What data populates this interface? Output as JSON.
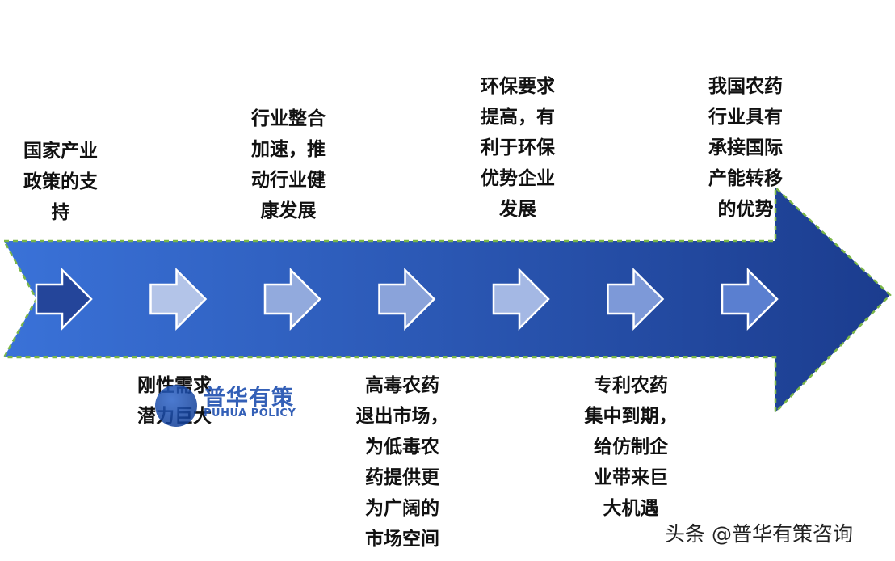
{
  "top_labels": [
    {
      "text": "国家产业\n政策的支\n持"
    },
    {
      "text": "行业整合\n加速，推\n动行业健\n康发展"
    },
    {
      "text": "环保要求\n提高，有\n利于环保\n优势企业\n发展"
    },
    {
      "text": "我国农药\n行业具有\n承接国际\n产能转移\n的优势"
    }
  ],
  "bottom_labels": [
    {
      "text": "刚性需求\n潜力巨大"
    },
    {
      "text": "高毒农药\n退出市场，\n为低毒农\n药提供更\n为广阔的\n市场空间"
    },
    {
      "text": "专利农药\n集中到期，\n给仿制企\n业带来巨\n大机遇"
    }
  ],
  "chevrons": [
    {
      "color": "#24459a"
    },
    {
      "color": "#b3c4e8"
    },
    {
      "color": "#92aadd"
    },
    {
      "color": "#8aa3da"
    },
    {
      "color": "#a4b8e4"
    },
    {
      "color": "#7d99d8"
    },
    {
      "color": "#5a7fd0"
    }
  ],
  "colors": {
    "arrow_light": "#3a72d8",
    "arrow_dark": "#1b3c8e",
    "dash": "#7ab648"
  },
  "logo": {
    "cn": "普华有策",
    "en": "PUHUA POLICY"
  },
  "watermark": "头条 @普华有策咨询"
}
